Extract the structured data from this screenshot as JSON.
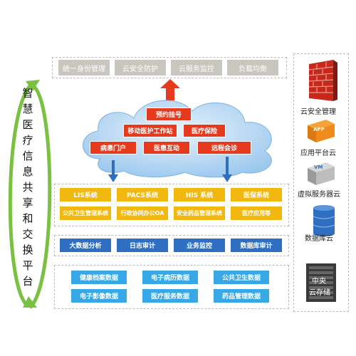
{
  "top_services": [
    "统一身份管理",
    "云安全防护",
    "云服务监控",
    "负载均衡"
  ],
  "cloud_items": [
    "预约挂号",
    "移动医护工作站",
    "医疗保险",
    "病患门户",
    "医患互动",
    "远程会诊"
  ],
  "yellow_systems": [
    "LIS系统",
    "PACS系统",
    "HIS 系统",
    "医保系统"
  ],
  "yellow_subsystems": [
    "公共卫生管理系统",
    "行政协同办公OA",
    "安全药品管理系统",
    "医疗应用等"
  ],
  "blue_tools": [
    "大数据分析",
    "日志审计",
    "业务监控",
    "数据库审计"
  ],
  "data_items": [
    "健康档案数据",
    "电子病历数据",
    "公共卫生数据",
    "电子影像数据",
    "医疗服务数据",
    "药品管理数据"
  ],
  "vertical_title": [
    "智",
    "慧",
    "医",
    "疗",
    "信",
    "息",
    "共",
    "享",
    "和",
    "交",
    "换",
    "平",
    "台"
  ],
  "right_icons": {
    "security": {
      "label": "云安全管理"
    },
    "app": {
      "label": "应用平台云",
      "badge": "APP"
    },
    "vm": {
      "label": "虚拟服务器云",
      "badge": "VM"
    },
    "db": {
      "label": "数据库云"
    },
    "storage": {
      "label1": "中央",
      "label2": "云存储"
    }
  },
  "colors": {
    "red": "#e53a1e",
    "blue": "#2f6fc2",
    "yellow": "#f1b80f",
    "light_blue": "#38a7e6",
    "gray": "#c9c5bf",
    "green": "#7ac142"
  }
}
